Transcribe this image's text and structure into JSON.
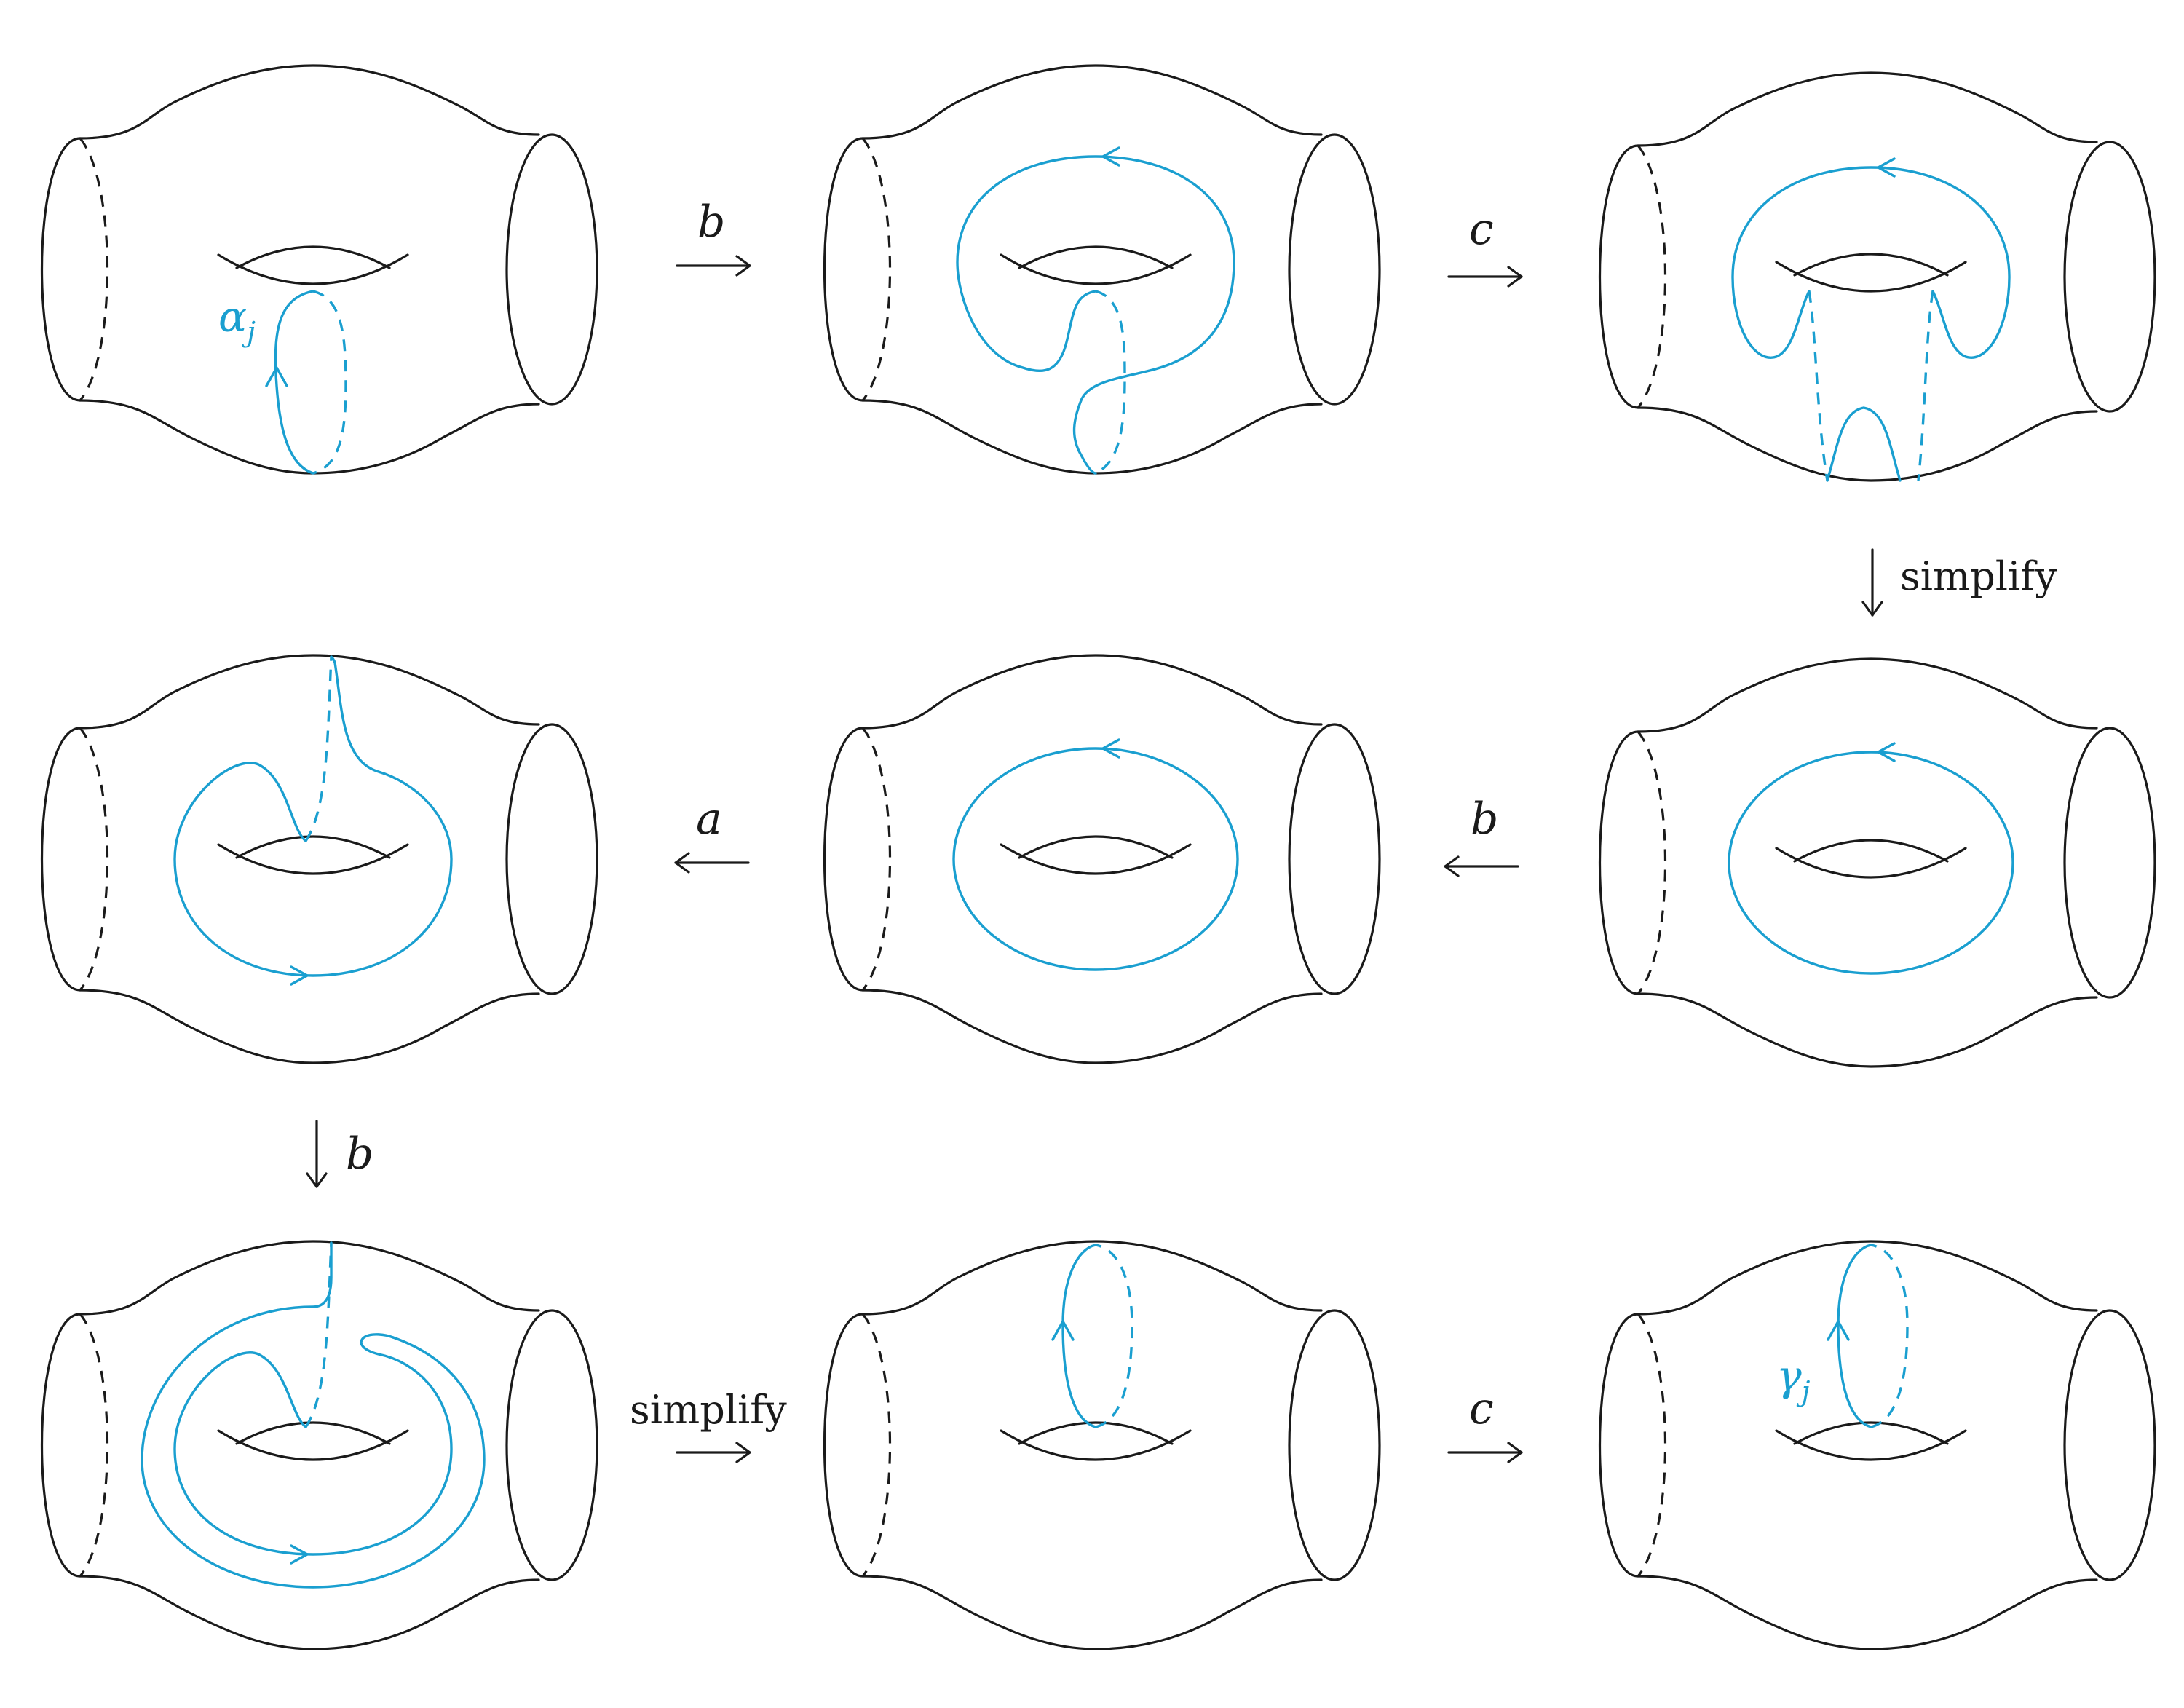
{
  "colors": {
    "curve": "#1a9fd0",
    "surface": "#1a1a1a"
  },
  "arrows": {
    "r1a": "b",
    "r1b": "c",
    "down1": "simplify",
    "r2a": "a",
    "r2b": "b",
    "down2": "b",
    "r3a": "simplify",
    "r3b": "c"
  },
  "curve_labels": {
    "alpha": "α",
    "alpha_sub": "j",
    "gamma": "γ",
    "gamma_sub": "j"
  }
}
